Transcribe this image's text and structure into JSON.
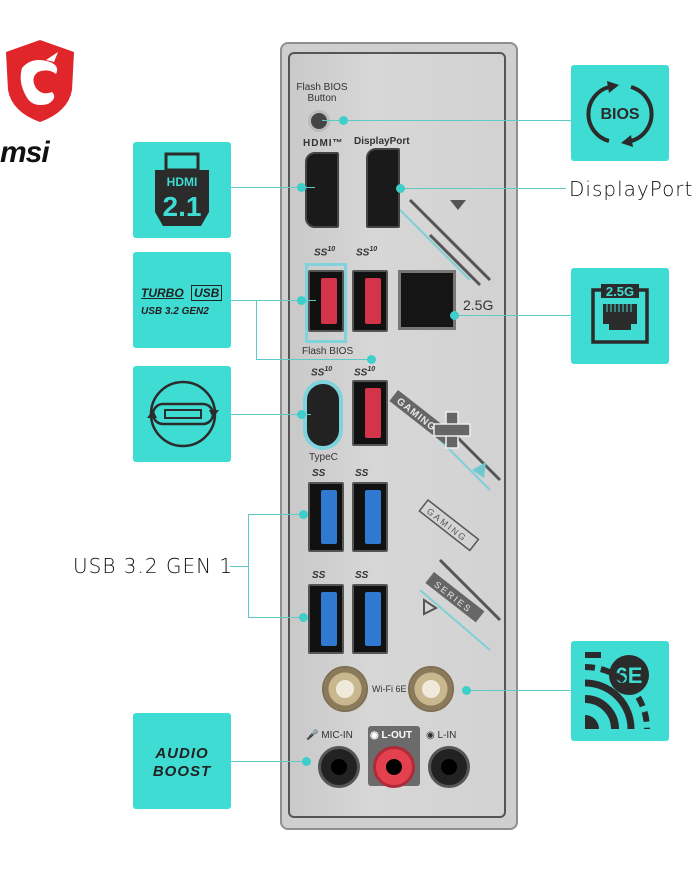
{
  "brand": {
    "name": "msi",
    "logo_color": "#e0262b"
  },
  "accent_color": "#3fdcd3",
  "left_tiles": [
    {
      "id": "hdmi",
      "line1": "HDMI",
      "line2": "2.1"
    },
    {
      "id": "turbo-usb",
      "line1": "TURBO",
      "badge": "USB",
      "line2": "USB 3.2 GEN2"
    },
    {
      "id": "type-c",
      "icon": "usb-c-reversible-icon"
    },
    {
      "id": "audio-boost",
      "line1": "AUDIO",
      "line2": "BOOST"
    }
  ],
  "right_tiles": [
    {
      "id": "bios",
      "label": "BIOS"
    },
    {
      "id": "lan",
      "label": "2.5G"
    },
    {
      "id": "wifi",
      "label": "6E"
    }
  ],
  "callouts": {
    "displayport": "DisplayPort",
    "usb_gen1": "USB 3.2 GEN 1"
  },
  "plate": {
    "flash_bios_button": "Flash BIOS\nButton",
    "hdmi_label": "HDMI™",
    "displayport_label": "DisplayPort",
    "usb_speed_mark": "SS",
    "usb_speed_sup": "10",
    "lan_speed": "2.5G",
    "flash_bios_port": "Flash BIOS",
    "typec_label": "TypeC",
    "wifi_label": "Wi-Fi 6E",
    "mic_in": "MIC-IN",
    "line_out": "L-OUT",
    "line_in": "L-IN",
    "deco_gaming": "GAMING",
    "deco_series": "SERIES"
  }
}
